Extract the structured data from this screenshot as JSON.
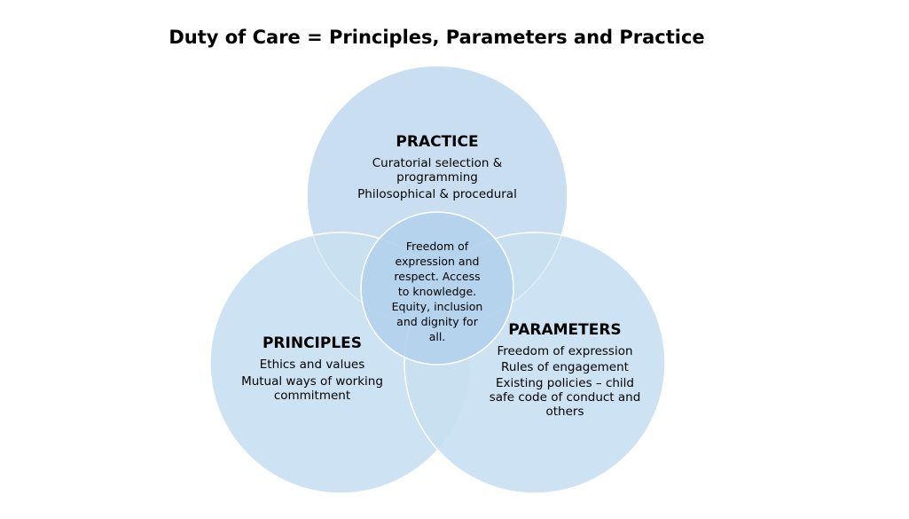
{
  "title": "Duty of Care = Principles, Parameters and Practice",
  "colors": {
    "circle": "#c9dff1",
    "center": "#b4d1ec",
    "stroke": "#ffffff"
  },
  "practice": {
    "heading": "PRACTICE",
    "lines": [
      "Curatorial selection & programming",
      "Philosophical & procedural"
    ]
  },
  "principles": {
    "heading": "PRINCIPLES",
    "lines": [
      "Ethics and values",
      "Mutual ways of working commitment"
    ]
  },
  "parameters": {
    "heading": "PARAMETERS",
    "lines": [
      "Freedom of expression",
      "Rules of engagement",
      "Existing policies – child safe code of conduct and others"
    ]
  },
  "center": {
    "text": "Freedom of expression and respect. Access to knowledge. Equity, inclusion and dignity for all."
  }
}
